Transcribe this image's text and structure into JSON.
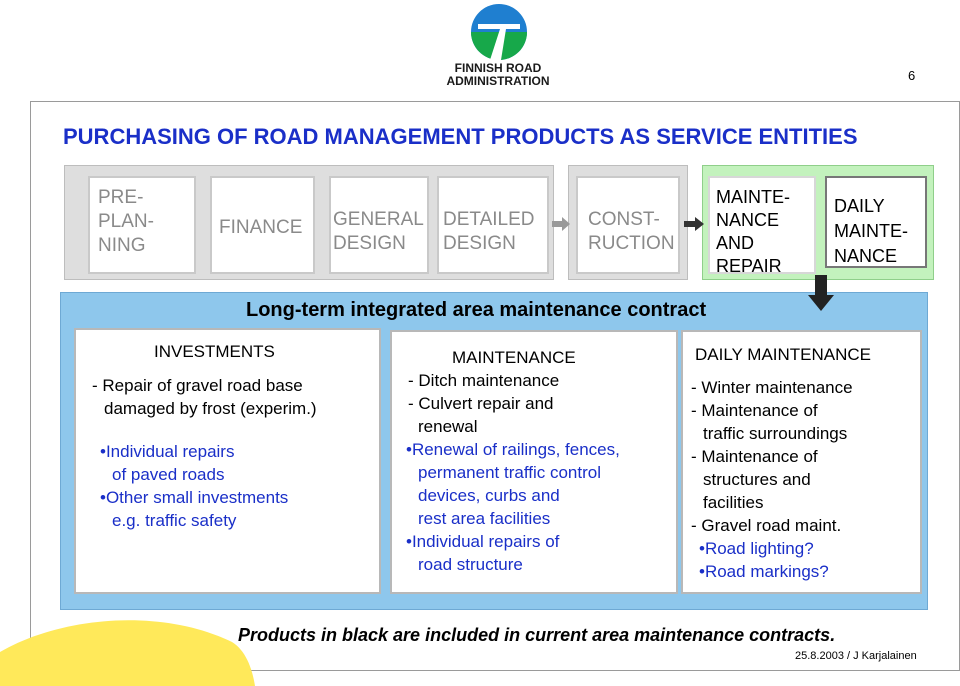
{
  "page_number": "6",
  "logo": {
    "line1": "FINNISH ROAD",
    "line2": "ADMINISTRATION"
  },
  "title": "PURCHASING OF ROAD MANAGEMENT PRODUCTS AS SERVICE ENTITIES",
  "phases": {
    "preplanning": [
      "PRE-",
      "PLAN-",
      "NING"
    ],
    "finance": "FINANCE",
    "general_design": [
      "GENERAL",
      "DESIGN"
    ],
    "detailed_design": [
      "DETAILED",
      "DESIGN"
    ],
    "construction": [
      "CONST-",
      "RUCTION"
    ],
    "maintenance_repair": [
      "MAINTE-",
      "NANCE",
      "AND",
      "REPAIR"
    ],
    "daily_maintenance": [
      "DAILY",
      "MAINTE-",
      "NANCE"
    ]
  },
  "contract_label": "Long-term integrated area maintenance contract",
  "investments": {
    "heading": "INVESTMENTS",
    "line1": "- Repair of gravel road base",
    "line2": "damaged by frost (experim.)",
    "line3": "•Individual repairs",
    "line4": "of paved roads",
    "line5": "•Other small investments",
    "line6": "e.g. traffic safety"
  },
  "maintenance": {
    "heading": "MAINTENANCE",
    "line1": "- Ditch maintenance",
    "line2": "- Culvert repair and",
    "line3": "renewal",
    "line4": "•Renewal of railings, fences,",
    "line5": "permanent traffic control",
    "line6": "devices, curbs and",
    "line7": "rest area facilities",
    "line8": "•Individual repairs of",
    "line9": "road structure"
  },
  "daily_maintenance": {
    "heading": "DAILY MAINTENANCE",
    "line1": "- Winter maintenance",
    "line2": "- Maintenance of",
    "line3": "traffic surroundings",
    "line4": "- Maintenance of",
    "line5": "structures and",
    "line6": "facilities",
    "line7": "- Gravel road maint.",
    "line8": "•Road lighting?",
    "line9": "•Road markings?"
  },
  "bottom_note": "Products in black are included in current area maintenance contracts.",
  "footer": "25.8.2003 / J Karjalainen",
  "colors": {
    "title_blue": "#1a2fc8",
    "area_blue": "#8ec7ec",
    "green": "#c3f2bd",
    "grey": "#dedede"
  }
}
